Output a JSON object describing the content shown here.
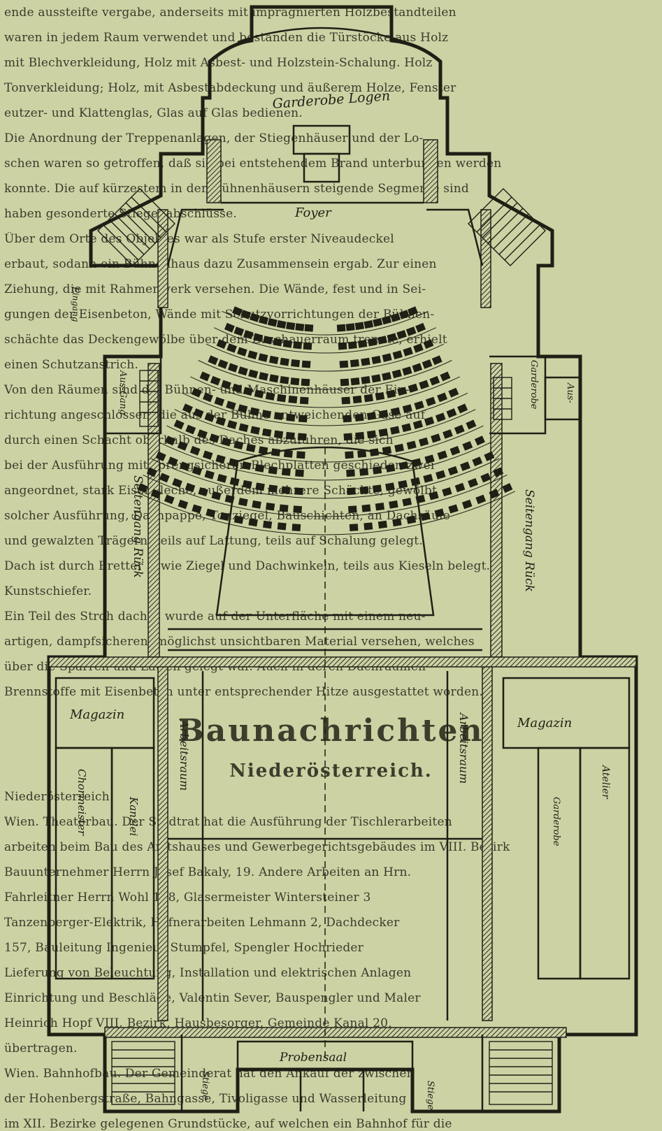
{
  "text_lines": [
    "ende aussteifte vergabe, anderseits mit imprägnierten Holzbestandteilen",
    "waren in jedem Raum verwendet und bestanden die Türstöcke aus Holz",
    "mit Blechverkleidung, Holz mit Asbest- und Holzstein-Schalung. Holz",
    "Tonverkleidung; Holz, mit Asbestabdeckung und äußerem Holze, Fenster",
    "eutzer- und Klattenglas, Glas auf Glas bedienen.",
    "Die Anordnung der Treppenanlagen, der Stiegenhäuser und der Lo-",
    "schen waren so getroffen, daß sie bei entstehendem Brand unterbunden werden",
    "konnte. Die auf kürzestem in den Bühnenhäusern steigende Segmente sind",
    "haben gesonderte Stiegenabschlüsse.",
    "Über dem Orte des Objektes war als Stufe erster Niveaudeckel",
    "erbaut, sodann ein Bühnenhaus dazu Zusammensein ergab. Zur einen",
    "Ziehung, die mit Rahmenwerk versehen. Die Wände, fest und in Sei-",
    "gungen der Eisenbeton, Wände mit Schutzvorrichtungen der Bühnen-",
    "schächte das Deckengewölbe über dem Zuschauerraum trennte, erhielt",
    "einen Schutzanstrich.",
    "Von den Räumen sind die Bühnen- und Maschinenhäuser der Ein-",
    "richtung angeschlossen, die aus der Bühne entweichenden Gase auf",
    "durch einen Schacht oberhalb des Daches abzuführen, die sich",
    "bei der Ausführung mit sprengsicheren Blechplatten geschieden zwei",
    "angeordnet, stark Eisenbleche, außerdem mehrere Schächte, gewölbt",
    "solcher Ausführung, Dachpappe, Tonziegel, Bauschichten, an Dachsäule",
    "und gewalzten Trägern, teils auf Lattung, teils auf Schalung gelegt.",
    "Dach ist durch Bretter sowie Ziegel und Dachwinkeln, teils aus Kieseln belegt.",
    "Kunstschiefer.",
    "Ein Teil des Stroh daches wurde auf der Unterfläche mit einem neu-",
    "artigen, dampfsicheren, möglichst unsichtbaren Material versehen, welches",
    "über die Sparren und Latten gelegt war. Auch in deren Dachräumen",
    "Brennstoffe mit Eisenbeton unter entsprechender Hitze ausgestattet worden.",
    "Niederösterreich.",
    "Wien. Theaterbau. Der Stadtrat hat die Ausführung der Tischlerarbeiten",
    "arbeiten beim Bau des Amtshauses und Gewerbegerichtsgebäudes im VIII. Bezirk",
    "Bauunternehmer Herrn Josef Bakaly, 19. Andere Arbeiten an Hrn.",
    "Fahrleitner Herrn Wohl 158, Glasermeister Wintersteiner 3",
    "Tanzenberger-Elektrik, Hafnerarbeiten Lehmann 2, Dachdecker",
    "157, Bauleitung Ingenieur Stumpfel, Spengler Hochrieder",
    "Lieferung von Beleuchtung, Installation und elektrischen Anlagen",
    "Einrichtung und Beschläge, Valentin Sever, Bauspengler und Maler",
    "Heinrich Hopf VIII. Bezirk, Hausbesorger, Gemeinde Kanal 20,",
    "übertragen.",
    "Wien. Bahnhofbau. Der Gemeinderat hat den Ankauf der zwischen",
    "der Hohenbergstraße, Bahngasse, Tivoligasse und Wasserleitung",
    "im XII. Bezirke gelegenen Grundstücke, auf welchen ein Bahnhof für die"
  ],
  "headings": {
    "main": "Baunachrichten",
    "sub": "Niederösterreich."
  },
  "plan_labels": {
    "garderobe_top": "Garderobe Logen",
    "foyer": "Foyer",
    "eingang": "Eingang",
    "ausgang_left": "Aus-Gang",
    "garderobe_right": "Garderobe",
    "ausgang_right": "Aus-",
    "seitengang_left": "Seitengang Rück",
    "seitengang_right": "Seitengang Rück",
    "magazin_left": "Magazin",
    "magazin_right": "Magazin",
    "chormeister": "Chormeister",
    "kanzlei": "Kanzlei",
    "arbeitsraum_left": "Arbeitsraum",
    "arbeitsraum_right": "Arbeitsraum",
    "atelier": "Atelier",
    "garderobe_small": "Garderobe",
    "probensaal": "Probensaal",
    "stiege_left": "Stiege",
    "stiege_right": "Stiege"
  },
  "colors": {
    "paper": "#cdd2a4",
    "ink": "#1f1f15",
    "wall_hatch": "#2c2c22"
  }
}
